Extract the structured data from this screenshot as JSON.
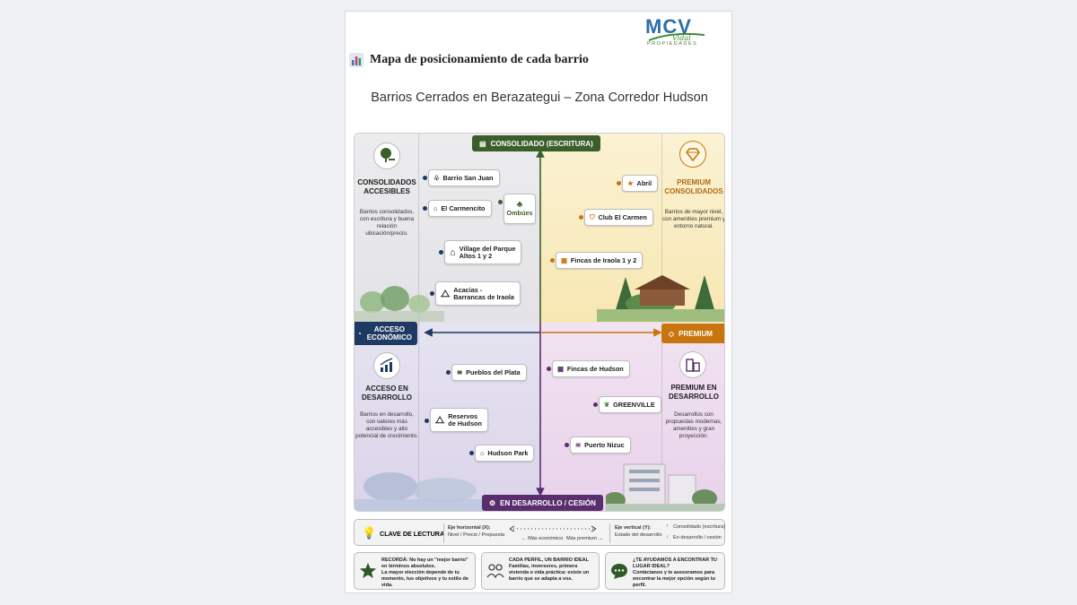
{
  "header": {
    "logo_text": "MCV",
    "logo_script": "Vidal",
    "logo_sub": "PROPIEDADES",
    "heading": "Mapa de posicionamiento de cada barrio",
    "subheading": "Barrios Cerrados en Berazategui – Zona Corredor Hudson"
  },
  "axes": {
    "top": "CONSOLIDADO (ESCRITURA)",
    "bottom": "EN DESARROLLO / CESIÓN",
    "left": "ACCESO ECONÓMICO",
    "right": "PREMIUM"
  },
  "quadrants": {
    "tl": {
      "title": "CONSOLIDADOS ACCESIBLES",
      "desc": "Barrios consolidados, con escritura y buena relación ubicación/precio.",
      "icon": "tree-bench-icon"
    },
    "tr": {
      "title": "PREMIUM CONSOLIDADOS",
      "desc": "Barrios de mayor nivel, con amenities premium y entorno natural.",
      "icon": "diamond-laurel-icon"
    },
    "bl": {
      "title": "ACCESO EN DESARROLLO",
      "desc": "Barrios en desarrollo, con valores más accesibles y alto potencial de crecimiento.",
      "icon": "growth-chart-icon"
    },
    "br": {
      "title": "PREMIUM EN DESARROLLO",
      "desc": "Desarrollos con propuestas modernas, amenities y gran proyección.",
      "icon": "buildings-icon"
    }
  },
  "neighborhoods": {
    "san_juan": "Barrio San Juan",
    "el_carmencito": "El Carmencito",
    "ombues": "Ombúes",
    "village_1": "Village del Parque",
    "village_2": "Altos 1 y 2",
    "acacias_1": "Acacias -",
    "acacias_2": "Barrancas de Iraola",
    "abril": "Abril",
    "club_el_carmen": "Club El Carmen",
    "fincas_iraola": "Fincas de Iraola 1 y 2",
    "pueblos_plata": "Pueblos del Plata",
    "reservos_1": "Reservos",
    "reservos_2": "de Hudson",
    "hudson_park": "Hudson Park",
    "fincas_hudson": "Fincas de Hudson",
    "greenville": "GREENVILLE",
    "puerto_nizuc": "Puerto Nizuc"
  },
  "legend": {
    "title": "CLAVE DE LECTURA",
    "h_axis_title": "Eje horizontal (X):",
    "h_axis_desc": "Nivel / Precio / Propuesta",
    "h_left": "← Más económico",
    "h_right": "Más premium →",
    "v_axis_title": "Eje vertical (Y):",
    "v_axis_desc": "Estado del desarrollo",
    "v_up": "Consolidado (escritura)",
    "v_down": "En desarrollo / cesión"
  },
  "tips": [
    {
      "title": "RECORDÁ: No hay un \"mejor barrio\" en términos absolutos.",
      "body": "La mayor elección depende de tu momento, tus objetivos y tu estilo de vida.",
      "icon": "star-icon"
    },
    {
      "title": "CADA PERFIL, UN BARRIO IDEAL",
      "body": "Familias, inversores, primera vivienda o vida práctica: existe un barrio que se adapta a vos.",
      "icon": "family-icon"
    },
    {
      "title": "¿TE AYUDAMOS A ENCONTRAR TU LUGAR IDEAL?",
      "body": "Contáctanos y te asesoramos para encontrar la mejor opción según tu perfil.",
      "icon": "chat-bubble-icon"
    }
  ],
  "colors": {
    "consolidated": "#3b5e2b",
    "premium": "#c8750d",
    "economic": "#1e3a63",
    "development": "#5a2e6e"
  }
}
